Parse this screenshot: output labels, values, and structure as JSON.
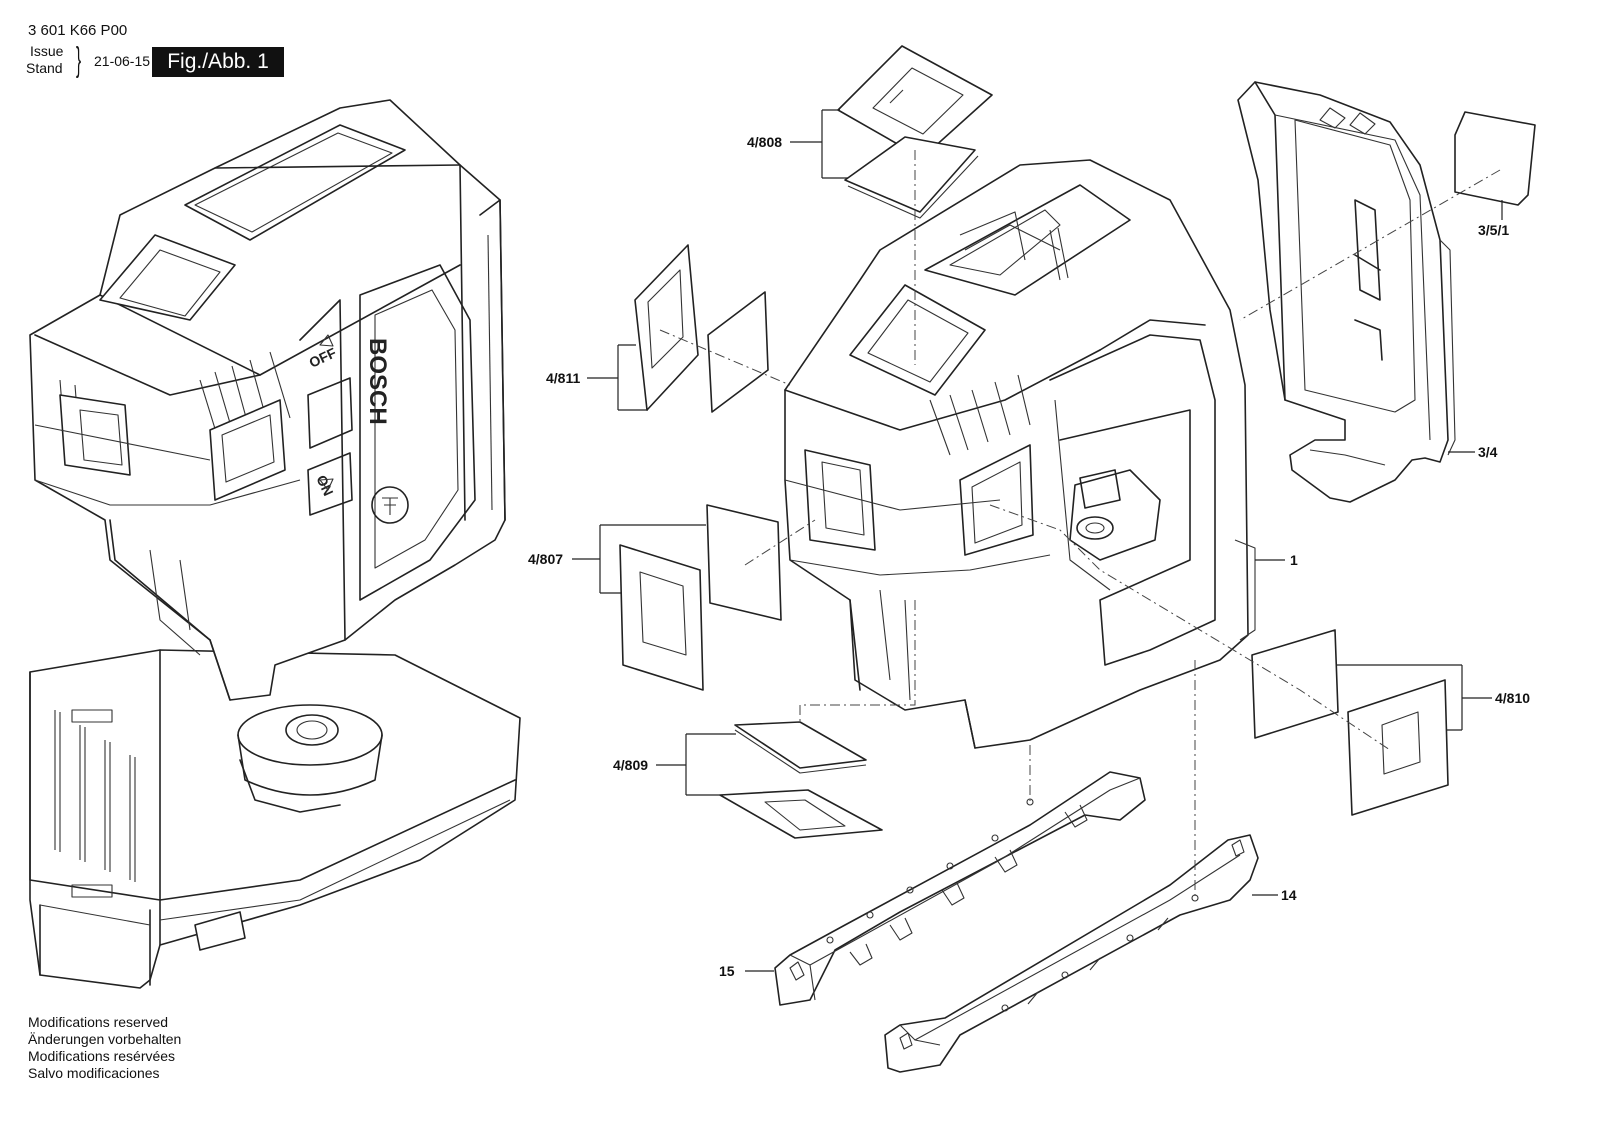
{
  "header": {
    "doc_number": "3 601 K66 P00",
    "issue_label": "Issue",
    "stand_label": "Stand",
    "brace": "}",
    "issue_date": "21-06-15",
    "figure_badge": "Fig./Abb. 1"
  },
  "device_markings": {
    "brand": "BOSCH",
    "off_label": "OFF",
    "on_label": "ON"
  },
  "part_labels": {
    "p4_808": "4/808",
    "p4_811": "4/811",
    "p4_807": "4/807",
    "p4_809": "4/809",
    "p4_810": "4/810",
    "p3_5_1": "3/5/1",
    "p3_4": "3/4",
    "p1": "1",
    "p14": "14",
    "p15": "15"
  },
  "footer": {
    "modifications": [
      "Modifications reserved",
      "Änderungen vorbehalten",
      "Modifications resérvées",
      "Salvo modificaciones"
    ]
  }
}
